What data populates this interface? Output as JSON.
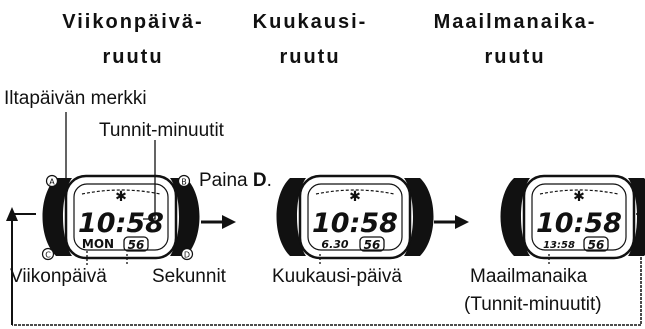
{
  "headings": {
    "weekday_screen": [
      "Viikonpäivä-",
      "ruutu"
    ],
    "month_screen": [
      "Kuukausi-",
      "ruutu"
    ],
    "world_time_screen": [
      "Maailmanaika-",
      "ruutu"
    ]
  },
  "labels": {
    "pm_indicator": "Iltapäivän merkki",
    "hours_minutes": "Tunnit-minuutit",
    "press_prefix": "Paina ",
    "press_key": "D",
    "press_suffix": ".",
    "weekday": "Viikonpäivä",
    "seconds": "Sekunnit",
    "month_day": "Kuukausi-päivä",
    "world_time": "Maailmanaika",
    "world_time_sub": "(Tunnit-minuutit)"
  },
  "buttons": {
    "a": "A",
    "b": "B",
    "c": "C",
    "d": "D"
  },
  "watches": [
    {
      "time": "10:58",
      "sub": "MON",
      "seconds": "56"
    },
    {
      "time": "10:58",
      "sub": "6.30",
      "seconds": "56"
    },
    {
      "time": "10:58",
      "sub": "13:58",
      "seconds": "56"
    }
  ]
}
